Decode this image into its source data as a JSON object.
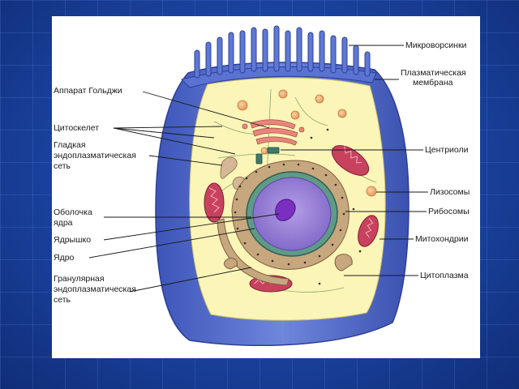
{
  "labels": {
    "microvilli": "Микроворсинки",
    "plasma_membrane_1": "Плазматическая",
    "plasma_membrane_2": "мембрана",
    "golgi": "Аппарат Гольджи",
    "cytoskeleton": "Цитоскелет",
    "smooth_er_1": "Гладкая",
    "smooth_er_2": "эндоплазматическая",
    "smooth_er_3": "сеть",
    "centrioles": "Центриоли",
    "lysosomes": "Лизосомы",
    "ribosomes": "Рибосомы",
    "nuclear_envelope_1": "Оболочка",
    "nuclear_envelope_2": "ядра",
    "mitochondria": "Митохондрии",
    "nucleolus": "Ядрышко",
    "nucleus": "Ядро",
    "cytoplasm": "Цитоплазма",
    "rough_er_1": "Гранулярная",
    "rough_er_2": "эндоплазматическая",
    "rough_er_3": "сеть"
  },
  "colors": {
    "membrane": "#4b63c4",
    "membrane_light": "#7f95e6",
    "cytoplasm": "#fbf5b8",
    "nucleus": "#9a80d8",
    "nucleolus": "#7a2fc0",
    "mitochondria": "#c8425e",
    "er": "#b99a74",
    "lysosome": "#eeb07a"
  }
}
